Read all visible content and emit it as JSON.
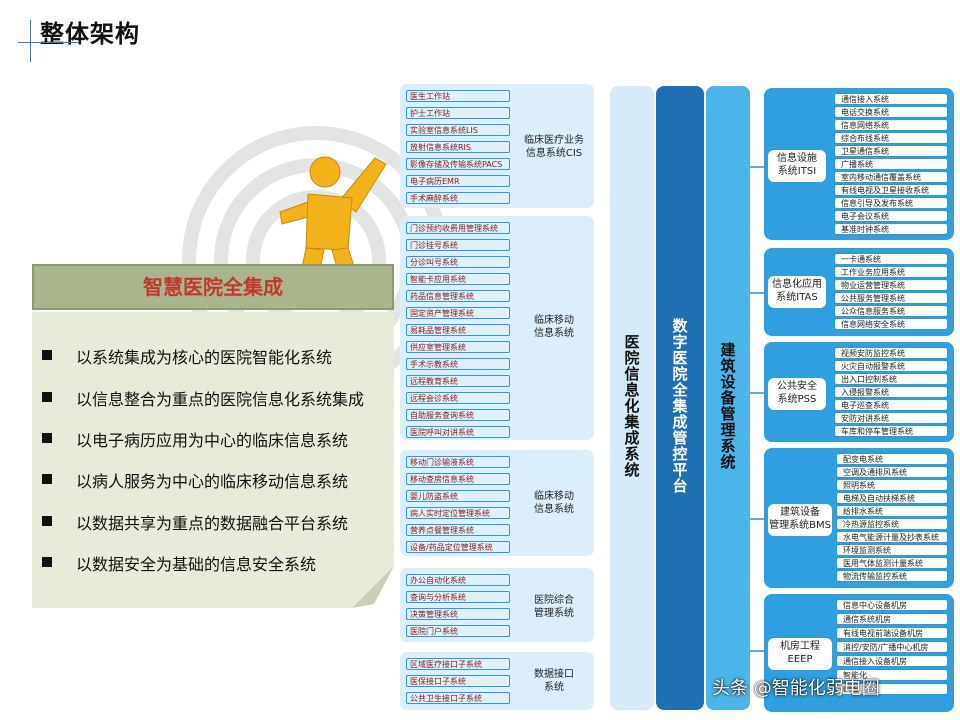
{
  "title": "整体架构",
  "center_title": "智慧医院全集成",
  "bullets": [
    "以系统集成为核心的医院智能化系统",
    "以信息整合为重点的医院信息化系统集成",
    "以电子病历应用为中心的临床信息系统",
    "以病人服务为中心的临床移动信息系统",
    "以数据共享为重点的数据融合平台系统",
    "以数据安全为基础的信息安全系统"
  ],
  "columns": {
    "hospital": "医院信息化集成系统",
    "digital": "数字医院全集成管控平台",
    "building": "建筑设备管理系统"
  },
  "left_groups": [
    {
      "label": "临床医疗业务\n信息系统CIS",
      "items": [
        "医生工作站",
        "护士工作站",
        "实验室信息系统LIS",
        "放射信息系统RIS",
        "影像存储及传输系统PACS",
        "电子病历EMR",
        "手术麻醉系统"
      ]
    },
    {
      "label": "临床移动\n信息系统",
      "items": [
        "门诊预约收费用管理系统",
        "门诊挂号系统",
        "分诊叫号系统",
        "智能卡应用系统",
        "药品信息管理系统",
        "固定资产管理系统",
        "易耗品管理系统",
        "供应室管理系统",
        "手术示教系统",
        "远程教育系统",
        "远程会诊系统",
        "自助服务查询系统",
        "医院呼叫对讲系统"
      ]
    },
    {
      "label": "临床移动\n信息系统",
      "items": [
        "移动门诊输液系统",
        "移动查房信息系统",
        "婴儿防盗系统",
        "病人实时定位管理系统",
        "营养点餐管理系统",
        "设备/药品定位管理系统"
      ]
    },
    {
      "label": "医院综合\n管理系统",
      "items": [
        "办公自动化系统",
        "查询与分析系统",
        "决策管理系统",
        "医院门户系统"
      ]
    },
    {
      "label": "数据接口\n系统",
      "items": [
        "区域医疗接口子系统",
        "医保接口子系统",
        "公共卫生接口子系统"
      ]
    }
  ],
  "right_groups": [
    {
      "label": "信息设施\n系统ITSI",
      "items": [
        "通信接入系统",
        "电话交换系统",
        "信息网络系统",
        "综合布线系统",
        "卫星通信系统",
        "广播系统",
        "室内移动通信覆盖系统",
        "有线电视及卫星接收系统",
        "信息引导及发布系统",
        "电子会议系统",
        "基准时钟系统"
      ]
    },
    {
      "label": "信息化应用\n系统ITAS",
      "items": [
        "一卡通系统",
        "工作业务应用系统",
        "物业运营管理系统",
        "公共服务管理系统",
        "公众信息服务系统",
        "信息网络安全系统"
      ]
    },
    {
      "label": "公共安全\n系统PSS",
      "items": [
        "视频安防监控系统",
        "火灾自动报警系统",
        "出入口控制系统",
        "入侵报警系统",
        "电子巡查系统",
        "安防对讲系统",
        "车库和停车管理系统"
      ]
    },
    {
      "label": "建筑设备\n管理系统BMS",
      "items": [
        "配变电系统",
        "空调及通排风系统",
        "照明系统",
        "电梯及自动扶梯系统",
        "给排水系统",
        "冷热源监控系统",
        "水电气能源计量及抄表系统",
        "环境监测系统",
        "医用气体监测计量系统",
        "物流传输监控系统"
      ]
    },
    {
      "label": "机房工程\nEEEP",
      "items": [
        "信息中心设备机房",
        "通信系统机房",
        "有线电视前端设备机房",
        "消控/安防/广播中心机房",
        "通信接入设备机房",
        "智能化",
        "UPS"
      ]
    }
  ],
  "watermark": "头条 @智能化弱电圈"
}
